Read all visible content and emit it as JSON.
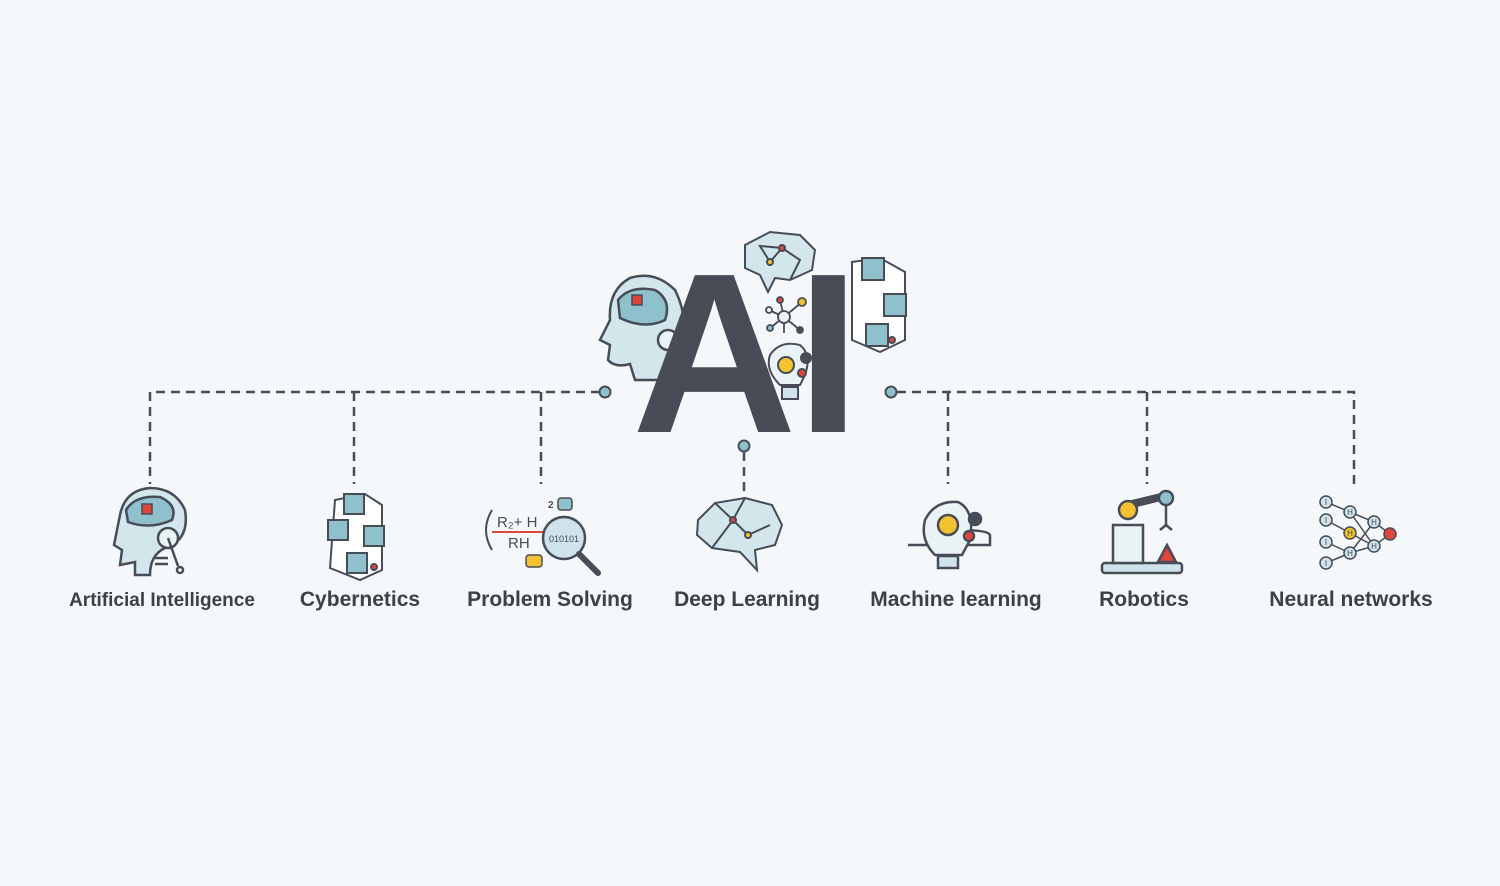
{
  "center": {
    "title": "AI"
  },
  "colors": {
    "dark": "#474c57",
    "teal": "#8fc1cc",
    "light_teal": "#cfe3ea",
    "red": "#e0453d",
    "yellow": "#f2c230",
    "background": "#f5f8fa"
  },
  "topics": [
    {
      "label": "Artificial Intelligence",
      "icon": "robot-head-icon"
    },
    {
      "label": "Cybernetics",
      "icon": "cubes-network-icon"
    },
    {
      "label": "Problem Solving",
      "icon": "formula-magnifier-icon"
    },
    {
      "label": "Deep Learning",
      "icon": "polygon-brain-icon"
    },
    {
      "label": "Machine learning",
      "icon": "lightbulb-gears-icon"
    },
    {
      "label": "Robotics",
      "icon": "robot-arm-icon"
    },
    {
      "label": "Neural networks",
      "icon": "neural-network-icon"
    }
  ],
  "formula": {
    "numerator": "R₂+ H",
    "denominator": "RH",
    "exponent": "2",
    "binary": "010101"
  },
  "network_nodes": {
    "input": "I",
    "hidden": "H"
  }
}
